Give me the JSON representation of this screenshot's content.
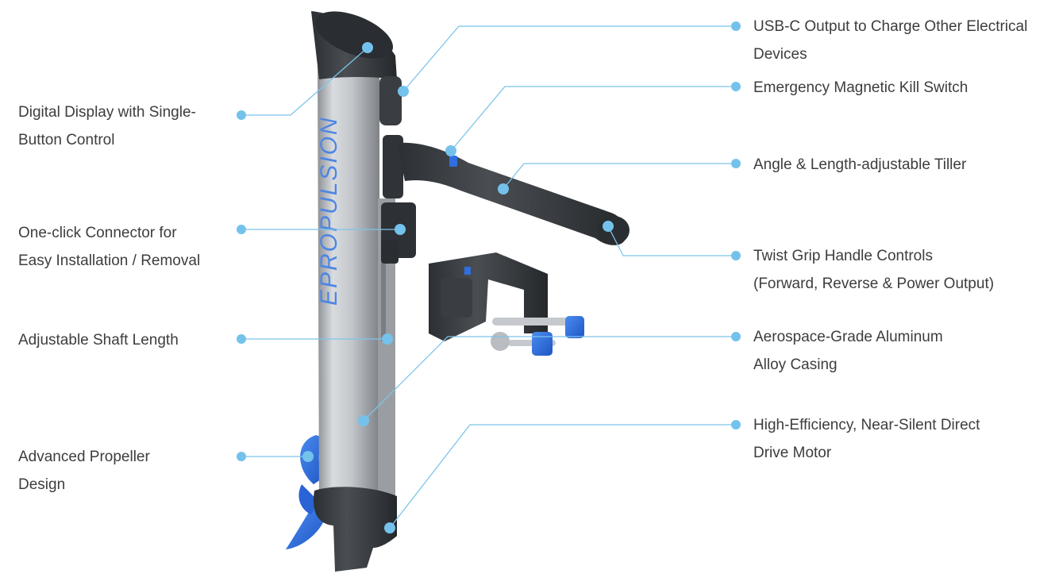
{
  "brand": "EPROPULSION",
  "colors": {
    "leader_line": "#7cc4ea",
    "dot": "#74c2ec",
    "label_text": "#3d3d3d",
    "motor_body": "#b8bcc0",
    "dark_plastic": "#3b3e42",
    "accent_blue": "#2f6fe0"
  },
  "callouts": {
    "left": [
      {
        "lines": [
          "Digital Display with Single-",
          "Button Control"
        ]
      },
      {
        "lines": [
          "One-click Connector for",
          "Easy Installation / Removal"
        ]
      },
      {
        "lines": [
          "Adjustable Shaft Length"
        ]
      },
      {
        "lines": [
          "Advanced Propeller",
          "Design"
        ]
      }
    ],
    "right": [
      {
        "lines": [
          "USB-C Output to Charge Other Electrical",
          "Devices"
        ]
      },
      {
        "lines": [
          "Emergency Magnetic Kill Switch"
        ]
      },
      {
        "lines": [
          "Angle & Length-adjustable Tiller"
        ]
      },
      {
        "lines": [
          "Twist Grip Handle Controls",
          "(Forward, Reverse & Power Output)"
        ]
      },
      {
        "lines": [
          "Aerospace-Grade Aluminum",
          "Alloy Casing"
        ]
      },
      {
        "lines": [
          "High-Efficiency, Near-Silent Direct",
          "Drive Motor"
        ]
      }
    ]
  }
}
